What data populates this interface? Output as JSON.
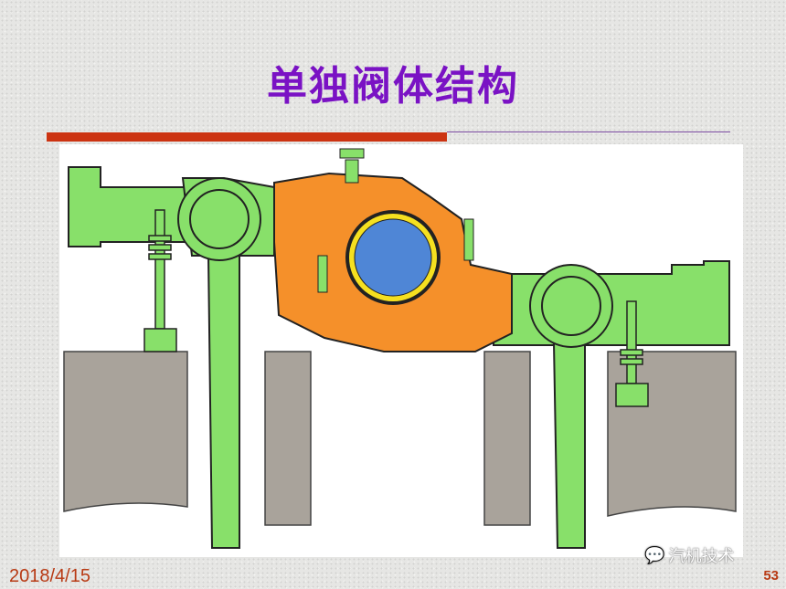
{
  "slide": {
    "title": "单独阀体结构",
    "date": "2018/4/15",
    "page_number": "53",
    "watermark": "汽机技术",
    "colors": {
      "title": "#7a12c4",
      "accent_bar": "#cc3311",
      "pipe": "#88e06a",
      "valve_body": "#f5902a",
      "valve_disc": "#4f86d6",
      "foundation": "#a9a39b"
    }
  }
}
